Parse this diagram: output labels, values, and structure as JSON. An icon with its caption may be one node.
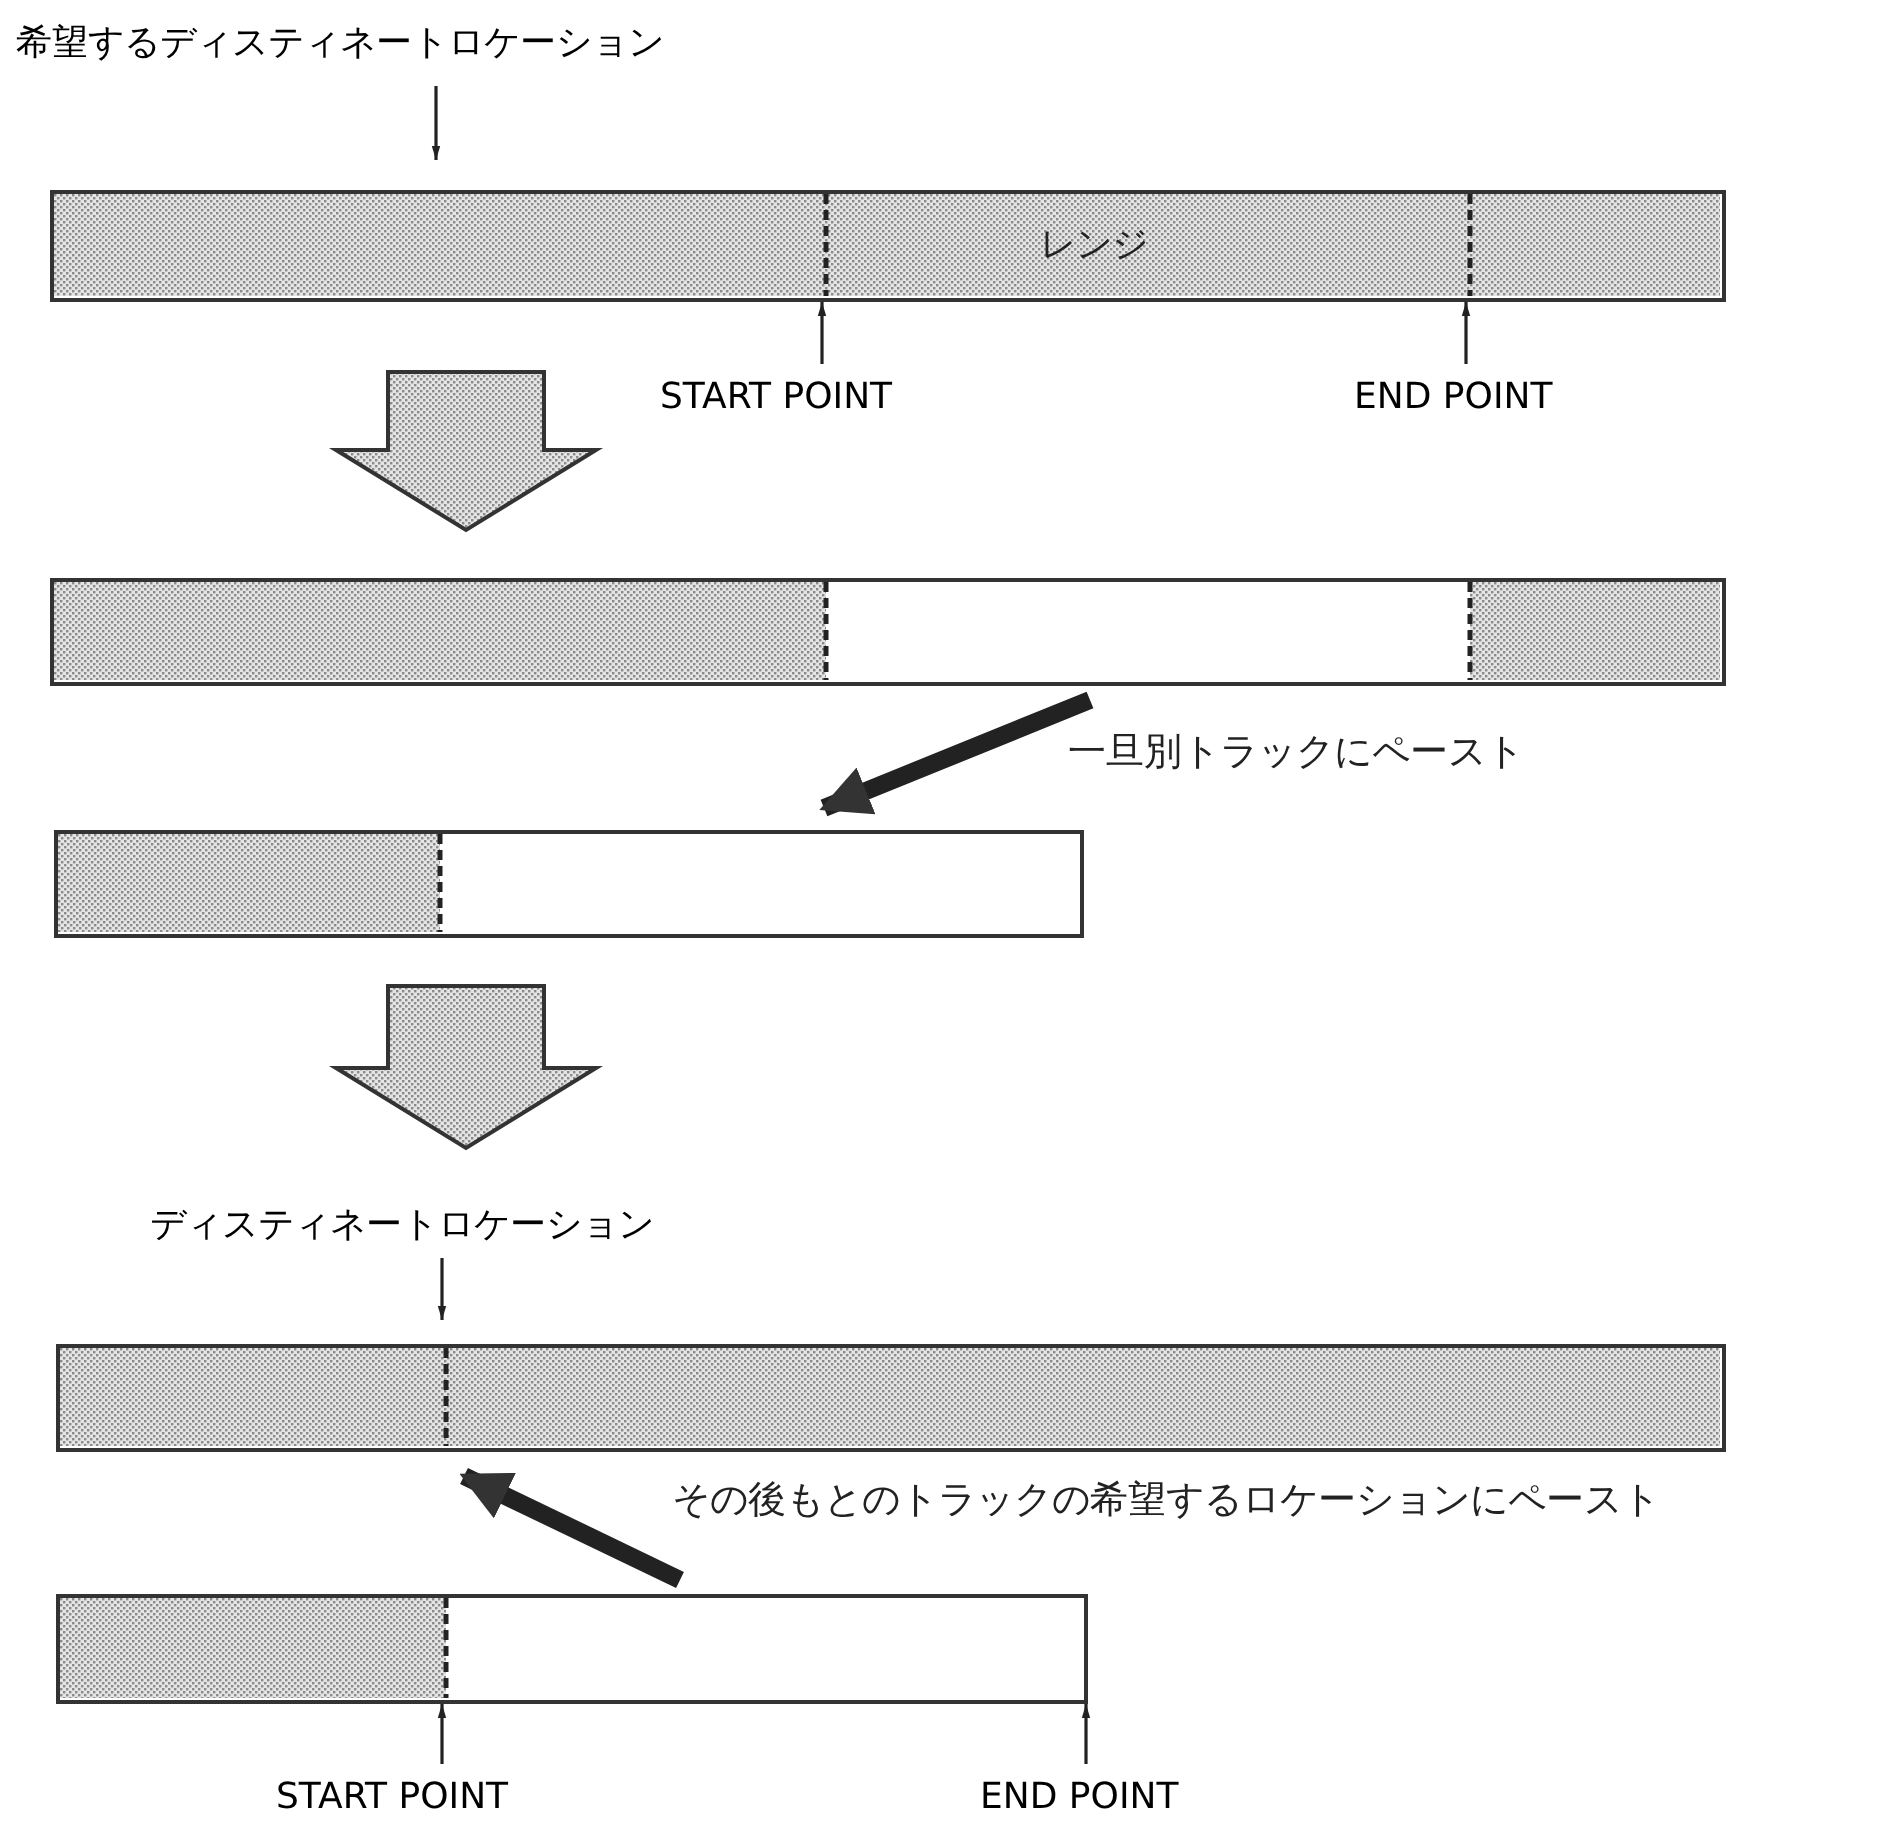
{
  "diagram": {
    "nodes": [
      {
        "text": [
          "希望するディスティネートロケーション"
        ]
      },
      {
        "text": [],
        "shape": "bar"
      },
      {
        "text": [
          "START POINT"
        ]
      },
      {
        "text": [
          "END POINT"
        ]
      },
      {
        "text": [],
        "shape": "bar"
      },
      {
        "text": [],
        "shape": "bar"
      },
      {
        "text": [
          "ディスティネートロケーション"
        ]
      },
      {
        "text": [],
        "shape": "bar"
      },
      {
        "text": [],
        "shape": "bar"
      },
      {
        "text": [
          "START POINT"
        ]
      },
      {
        "text": [
          "END POINT"
        ]
      }
    ],
    "edges": [
      {
        "from": 0,
        "to": 1,
        "arrow": "to"
      },
      {
        "from": 2,
        "to": 1,
        "arrow": "to"
      },
      {
        "from": 3,
        "to": 1,
        "arrow": "to"
      },
      {
        "from": 1,
        "to": 4,
        "arrow": "to",
        "style": "thick"
      },
      {
        "from": 4,
        "to": 5,
        "arrow": "to",
        "style": "thick",
        "label": "一旦別トラックにペースト"
      },
      {
        "from": 5,
        "to": 6,
        "arrow": "to",
        "style": "thick"
      },
      {
        "from": 6,
        "to": 7,
        "arrow": "to"
      },
      {
        "from": 8,
        "to": 7,
        "arrow": "to",
        "style": "thick",
        "label": "その後もとのトラックの希望するロケーションにペースト"
      },
      {
        "from": 9,
        "to": 8,
        "arrow": "to"
      },
      {
        "from": 10,
        "to": 8,
        "arrow": "to"
      }
    ],
    "labels": [
      "レンジ"
    ]
  }
}
